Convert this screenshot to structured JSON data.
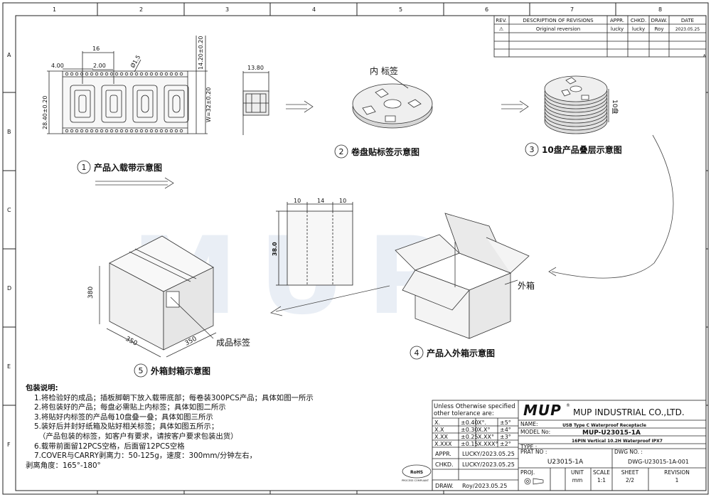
{
  "grid": {
    "columns": [
      "1",
      "2",
      "3",
      "4",
      "5",
      "6",
      "7",
      "8"
    ],
    "rows": [
      "A",
      "B",
      "C",
      "D",
      "E",
      "F"
    ]
  },
  "revision_table": {
    "headers": [
      "REV.",
      "DESCRIPTION OF REVISIONS",
      "APPR.",
      "CHKD.",
      "DRAW.",
      "DATE"
    ],
    "rows": [
      [
        "⚠",
        "Original reversion",
        "lucky",
        "lucky",
        "Roy",
        "2023.05.25"
      ]
    ]
  },
  "step1": {
    "num": "1",
    "title": "产品入载带示意图",
    "dims": {
      "pitch": "16",
      "hole_offset": "4.00",
      "hole_pitch": "2.00",
      "hole_dia": "Ø1.5",
      "height": "28.40±0.20",
      "pocket_w": "14.20±0.20",
      "width": "W=32±0.20",
      "side": "13.80"
    }
  },
  "step2": {
    "num": "2",
    "title": "卷盘贴标签示意图",
    "label": "内 标签"
  },
  "step3": {
    "num": "3",
    "title": "10盘产品叠层示意图",
    "label": "10盘"
  },
  "step4": {
    "num": "4",
    "title": "产品入外箱示意图",
    "label": "外箱",
    "dims": [
      "10",
      "14",
      "10"
    ],
    "height": "38.0"
  },
  "step5": {
    "num": "5",
    "title": "外箱封箱示意图",
    "label": "成品标签",
    "dims": {
      "w": "350",
      "d": "350",
      "h": "380"
    }
  },
  "notes": {
    "heading": "包装说明:",
    "lines": [
      "1.将检验好的成品；插板脚朝下放入载带底部；每卷装300PCS产品；具体如图一所示",
      "2.将包装好的产品；每盘必需贴上内标签；具体如图二所示",
      "3.将贴好内标签的产品每10盘叠一叠；具体如图三所示",
      "5.装好后并封好纸箱及贴好相关标签；具体如图五所示；",
      "（产品包装的标签，如客户有要求，请按客户要求包装出货）",
      "6.载带前面留12PCS空格，后面留12PCS空格",
      "7.COVER与CARRY剥离力：50-125g，速度：300mm/分钟左右，",
      "剥离角度：165°-180°"
    ]
  },
  "title_block": {
    "tolerance_heading": [
      "Unless Otherwise specified",
      "other tolerance are:"
    ],
    "tolerances": [
      [
        "X.",
        "±0.40",
        "X°.",
        "±5°"
      ],
      [
        "X.X",
        "±0.30",
        "X.X°",
        "±4°"
      ],
      [
        "X.XX",
        "±0.25",
        "X.XX°",
        "±3°"
      ],
      [
        "X.XXX",
        "±0.15",
        "X.XXX°",
        "±2°"
      ]
    ],
    "appr_label": "APPR.",
    "appr_value": "LUCKY/2023.05.25",
    "chkd_label": "CHKD.",
    "chkd_value": "LUCKY/2023.05.25",
    "draw_label": "DRAW.",
    "draw_value": "Roy/2023.05.25",
    "logo": "MUP",
    "company": "MUP INDUSTRIAL CO.,LTD.",
    "name_label": "NAME:",
    "name_value": "USB Type C Waterproof Receptacle",
    "model_label": "MODEL No:",
    "model_value": "MUP-U23015-1A",
    "type_label": "TYPE :",
    "type_value": "16PIN Vertical 10.2H Waterproof IPX7",
    "prat_label": "PRAT NO :",
    "prat_value": "U23015-1A",
    "dwg_label": "DWG NO. :",
    "dwg_value": "DWG-U23015-1A-001",
    "proj_label": "PROJ.",
    "unit_label": "UNIT",
    "unit_value": "mm",
    "scale_label": "SCALE",
    "scale_value": "1:1",
    "sheet_label": "SHEET",
    "sheet_value": "2/2",
    "revision_label": "REVISION",
    "revision_value": "1",
    "rohs_text": "RoHS",
    "rohs_sub": "PROCESS COMPLIANT"
  },
  "watermark": "MUP"
}
